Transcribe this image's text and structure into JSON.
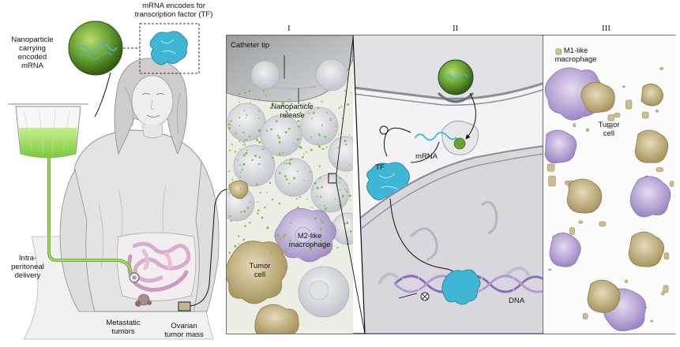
{
  "panel_numbers": {
    "p1": "I",
    "p2": "II",
    "p3": "III"
  },
  "labels": {
    "mrna_encodes": "mRNA encodes for\ntranscription factor (TF)",
    "nanoparticle": "Nanoparticle\ncarrying\nencoded\nmRNA",
    "intraperitoneal": "Intra-\nperitoneal\ndelivery",
    "metastatic": "Metastatic\ntumors",
    "ovarian": "Ovarian\ntumor mass",
    "catheter_tip": "Catheter tip",
    "np_release": "Nanoparticle\nrelease",
    "m2_macrophage": "M2-like\nmacrophage",
    "tumor_cell_1": "Tumor\ncell",
    "tf": "TF",
    "mrna": "mRNA",
    "dna": "DNA",
    "m1_macrophage": "M1-like\nmacrophage",
    "tumor_cell_2": "Tumor\ncell"
  },
  "colors": {
    "nanoparticle_green": "#5f9a2a",
    "tf_cyan": "#3fb6d3",
    "tumor_tan": "#c9b789",
    "macrophage_lilac": "#b8a6d6",
    "dna_purple": "#8a6fb5",
    "liquid_green": "#8fd44a"
  }
}
